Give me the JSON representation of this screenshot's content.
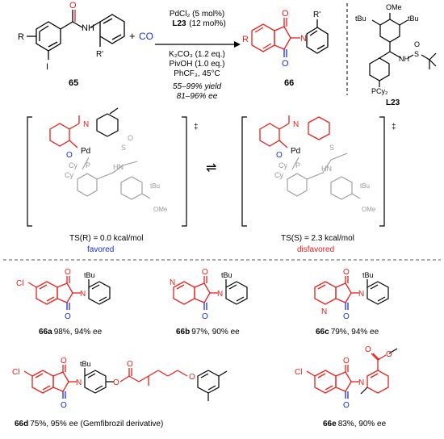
{
  "colors": {
    "red": "#e8211c",
    "blue": "#1b2fd6",
    "gray": "#9a9a9a",
    "black": "#000000",
    "dash": "#555555"
  },
  "reaction": {
    "reactant_number": "65",
    "co": "CO",
    "plus": "+",
    "product_number": "66",
    "substituent_r": "R",
    "substituent_rprime": "R'",
    "iodo": "I",
    "nh": "N",
    "h": "H",
    "conditions": {
      "catalyst": "PdCl₂ (5 mol%)",
      "ligand": "L23",
      "ligand_loading": "(12 mol%)",
      "base": "K₂CO₃ (1.2 eq.)",
      "additive": "PivOH (1.0 eq.)",
      "solvent_temp": "PhCF₃, 45°C",
      "yield": "55–99% yield",
      "ee": "81–96% ee"
    }
  },
  "ligand": {
    "label": "L23",
    "ome": "OMe",
    "tbu_left": "tBu",
    "tbu_right": "tBu",
    "nh": "NH",
    "s": "S",
    "o": "O",
    "pcy2": "PCy₂"
  },
  "transition_states": [
    {
      "label": "TS(R) = 0.0 kcal/mol",
      "tag": "favored",
      "tag_color": "#1b2fd6",
      "pd": "Pd",
      "cy1": "Cy",
      "cy2": "Cy",
      "p": "P",
      "hn": "HN",
      "s": "S",
      "o": "O",
      "n": "N",
      "tbu": "tBu",
      "ome": "OMe",
      "double_dagger": "‡"
    },
    {
      "label": "TS(S) = 2.3 kcal/mol",
      "tag": "disfavored",
      "tag_color": "#e8211c",
      "pd": "Pd",
      "cy1": "Cy",
      "cy2": "Cy",
      "p": "P",
      "hn": "HN",
      "s": "S",
      "o": "O",
      "n": "N",
      "tbu": "tBu",
      "ome": "OMe",
      "double_dagger": "‡"
    }
  ],
  "equilibrium_arrow": "⇌",
  "examples": [
    {
      "id": "66a",
      "result": "98%, 94% ee",
      "substituent": "Cl",
      "ortho": "tBu"
    },
    {
      "id": "66b",
      "result": "97%, 90% ee",
      "ortho": "tBu"
    },
    {
      "id": "66c",
      "result": "79%, 94% ee",
      "ortho": "tBu"
    },
    {
      "id": "66d",
      "result": "75%, 95% ee (Gemfibrozil derivative)",
      "substituent": "Cl",
      "ortho": "tBu"
    },
    {
      "id": "66e",
      "result": "83%, 90% ee",
      "substituent": "Cl"
    }
  ]
}
